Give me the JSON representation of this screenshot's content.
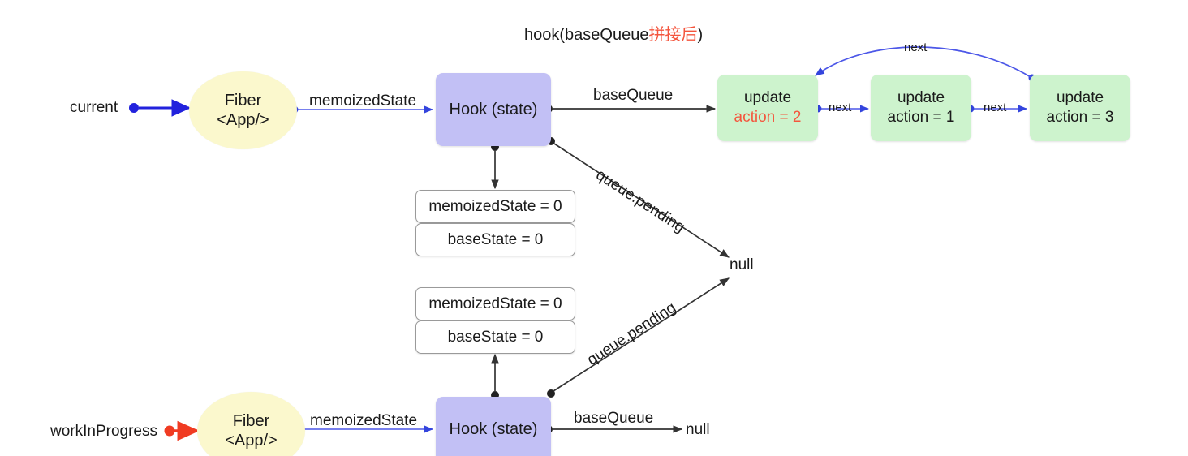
{
  "diagram": {
    "title_prefix": "hook(baseQueue",
    "title_cn": "拼接后",
    "title_suffix": ")",
    "colors": {
      "fiber_fill": "#fbf8cd",
      "hook_fill": "#c2c0f5",
      "update_fill": "#cdf3cd",
      "accent_blue": "#3344dd",
      "accent_red": "#f4553d",
      "edge_black": "#333333",
      "cell_border": "#9a9a9a"
    },
    "entry_points": [
      {
        "name": "current",
        "label": "current",
        "marker_color": "#2222dd"
      },
      {
        "name": "workInProgress",
        "label": "workInProgress",
        "marker_color": "#f03b22"
      }
    ],
    "fibers": [
      {
        "name": "current-fiber",
        "line1": "Fiber",
        "line2": "<App/>"
      },
      {
        "name": "wip-fiber",
        "line1": "Fiber",
        "line2": "<App/>"
      }
    ],
    "hooks": [
      {
        "name": "current-hook",
        "label": "Hook (state)"
      },
      {
        "name": "wip-hook",
        "label": "Hook (state)"
      }
    ],
    "updates": [
      {
        "name": "update-1",
        "line1": "update",
        "line2": "action = 2",
        "highlight": true
      },
      {
        "name": "update-2",
        "line1": "update",
        "line2": "action = 1",
        "highlight": false
      },
      {
        "name": "update-3",
        "line1": "update",
        "line2": "action = 3",
        "highlight": false
      }
    ],
    "state_tables": [
      {
        "name": "current-state-table",
        "rows": [
          {
            "label": "memoizedState = 0"
          },
          {
            "label": "baseState = 0"
          }
        ]
      },
      {
        "name": "wip-state-table",
        "rows": [
          {
            "label": "memoizedState = 0"
          },
          {
            "label": "baseState = 0"
          }
        ]
      }
    ],
    "edges": [
      {
        "name": "edge-current-to-fiber",
        "label": "",
        "color": "#2222dd"
      },
      {
        "name": "edge-current-fiber-memoizedstate",
        "label": "memoizedState",
        "color": "#4c57e8"
      },
      {
        "name": "edge-current-hook-basequeue",
        "label": "baseQueue",
        "color": "#333333"
      },
      {
        "name": "edge-current-hook-queuepending",
        "label": "queue.pending",
        "color": "#333333"
      },
      {
        "name": "edge-update1-next",
        "label": "next",
        "color": "#4c57e8"
      },
      {
        "name": "edge-update2-next",
        "label": "next",
        "color": "#4c57e8"
      },
      {
        "name": "edge-update3-next-loop",
        "label": "next",
        "color": "#4c57e8"
      },
      {
        "name": "edge-wip-to-fiber",
        "label": "",
        "color": "#f03b22"
      },
      {
        "name": "edge-wip-fiber-memoizedstate",
        "label": "memoizedState",
        "color": "#4c57e8"
      },
      {
        "name": "edge-wip-hook-basequeue",
        "label": "baseQueue",
        "color": "#333333"
      },
      {
        "name": "edge-wip-hook-queuepending",
        "label": "queue.pending",
        "color": "#333333"
      }
    ],
    "nulls": [
      {
        "name": "null-queue-pending",
        "label": "null"
      },
      {
        "name": "null-wip-basequeue",
        "label": "null"
      }
    ]
  }
}
